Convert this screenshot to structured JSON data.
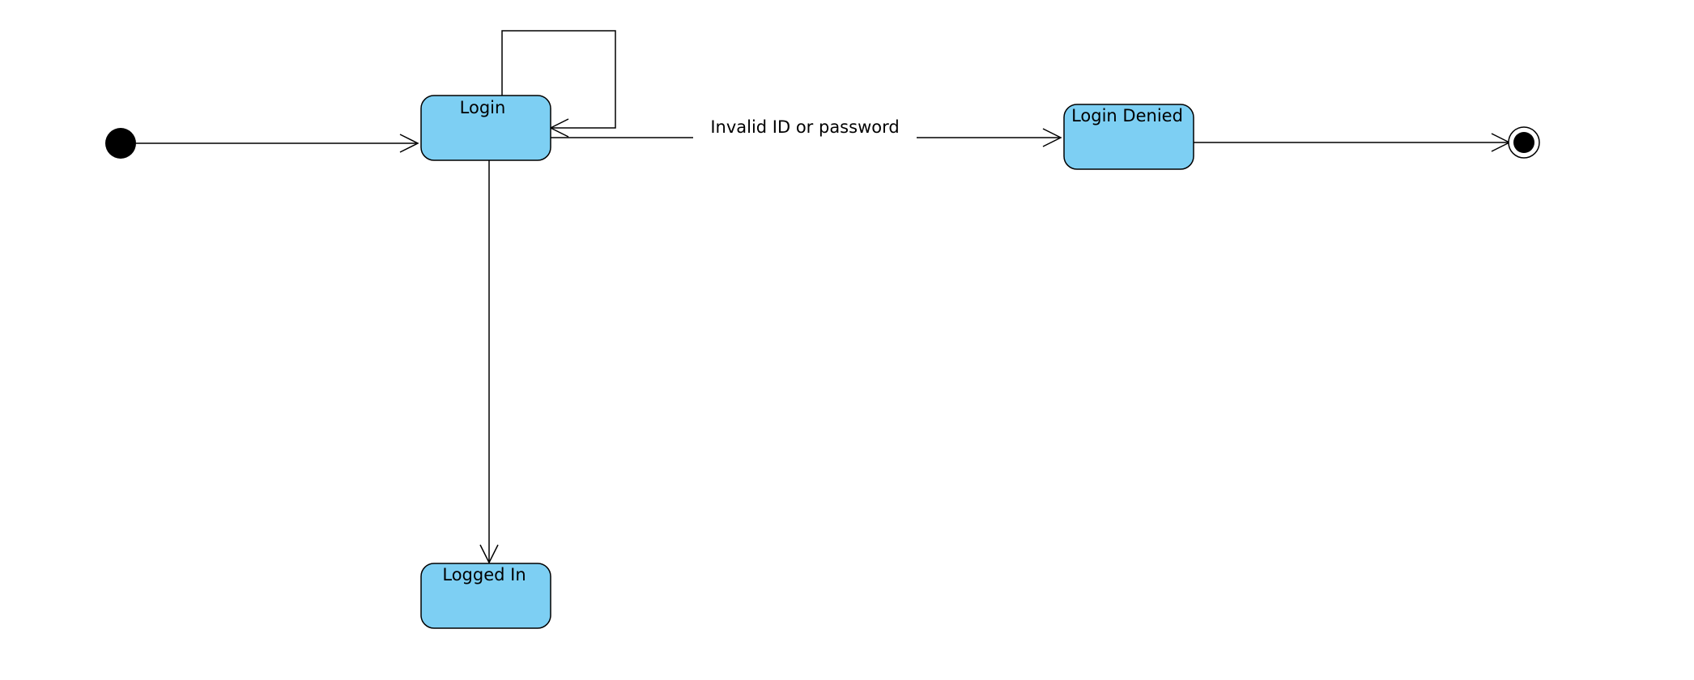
{
  "diagram": {
    "type": "uml-state-diagram",
    "states": {
      "login": "Login",
      "login_denied": "Login Denied",
      "logged_in": "Logged In"
    },
    "transitions": {
      "login_to_denied": "Invalid ID or password"
    },
    "colors": {
      "state_fill": "#7dcff3",
      "stroke": "#000000",
      "background": "#ffffff"
    }
  }
}
